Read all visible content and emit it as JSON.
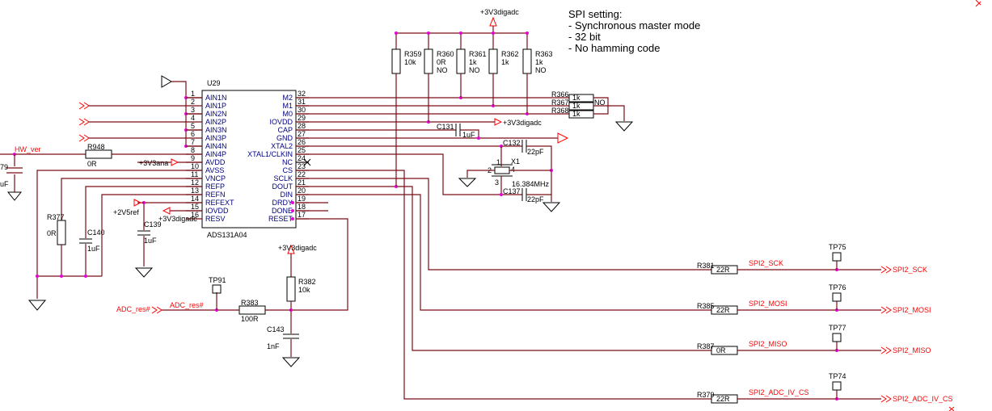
{
  "notes": {
    "title": "SPI setting:",
    "lines": [
      "- Synchronous master mode",
      "- 32 bit",
      "- No hamming code"
    ]
  },
  "power": {
    "v3digadc": "+3V3digadc",
    "v3ana": "+3V3ana",
    "v2v5ref": "+2V5ref"
  },
  "ic": {
    "ref": "U29",
    "part": "ADS131A04",
    "left_pins": [
      {
        "num": "1",
        "name": "AIN1N"
      },
      {
        "num": "2",
        "name": "AIN1P"
      },
      {
        "num": "3",
        "name": "AIN2N"
      },
      {
        "num": "4",
        "name": "AIN2P"
      },
      {
        "num": "5",
        "name": "AIN3N"
      },
      {
        "num": "6",
        "name": "AIN3P"
      },
      {
        "num": "7",
        "name": "AIN4N"
      },
      {
        "num": "8",
        "name": "AIN4P"
      },
      {
        "num": "9",
        "name": "AVDD"
      },
      {
        "num": "10",
        "name": "AVSS"
      },
      {
        "num": "11",
        "name": "VNCP"
      },
      {
        "num": "12",
        "name": "REFP"
      },
      {
        "num": "13",
        "name": "REFN"
      },
      {
        "num": "14",
        "name": "REFEXT"
      },
      {
        "num": "15",
        "name": "IOVDD"
      },
      {
        "num": "16",
        "name": "RESV"
      }
    ],
    "right_pins": [
      {
        "num": "32",
        "name": "M2"
      },
      {
        "num": "31",
        "name": "M1"
      },
      {
        "num": "30",
        "name": "M0"
      },
      {
        "num": "29",
        "name": "IOVDD"
      },
      {
        "num": "28",
        "name": "CAP"
      },
      {
        "num": "27",
        "name": "GND"
      },
      {
        "num": "26",
        "name": "XTAL2"
      },
      {
        "num": "25",
        "name": "XTAL1/CLKIN"
      },
      {
        "num": "24",
        "name": "NC"
      },
      {
        "num": "23",
        "name": "CS"
      },
      {
        "num": "22",
        "name": "SCLK"
      },
      {
        "num": "21",
        "name": "DOUT"
      },
      {
        "num": "20",
        "name": "DIN"
      },
      {
        "num": "19",
        "name": "DRDY"
      },
      {
        "num": "18",
        "name": "DONE"
      },
      {
        "num": "17",
        "name": "RESET"
      }
    ]
  },
  "pullups": [
    {
      "ref": "R359",
      "val": "10k",
      "nop": ""
    },
    {
      "ref": "R360",
      "val": "0R",
      "nop": "NO"
    },
    {
      "ref": "R361",
      "val": "1k",
      "nop": "NO"
    },
    {
      "ref": "R362",
      "val": "1k",
      "nop": ""
    },
    {
      "ref": "R363",
      "val": "1k",
      "nop": "NO"
    }
  ],
  "mode_res": [
    {
      "ref": "R366",
      "val": "1k"
    },
    {
      "ref": "R367",
      "val": "1k"
    },
    {
      "ref": "R368",
      "val": "1k"
    }
  ],
  "mode_nop": "NO",
  "caps": {
    "c131_ref": "C131",
    "c131_val": "1uF",
    "c132_ref": "C132",
    "c132_val": "22pF",
    "c137_ref": "C137",
    "c137_val": "22pF",
    "c140_ref": "C140",
    "c140_val": "1uF",
    "c139_ref": "C139",
    "c139_val": "1uF",
    "c143_ref": "C143",
    "c143_val": "1nF",
    "c79_ref": "79",
    "c79_val": "uF"
  },
  "crystal": {
    "ref": "X1",
    "freq": "16.384MHz",
    "p1": "1",
    "p2": "2",
    "p3": "3",
    "p4": "4"
  },
  "misc": {
    "hw_ver": "HW_ver",
    "r948_ref": "R948",
    "r948_val": "0R",
    "r377_ref": "R377",
    "r377_val": "0R",
    "r382_ref": "R382",
    "r382_val": "10k",
    "r383_ref": "R383",
    "r383_val": "100R",
    "tp91": "TP91",
    "adc_res_port": "ADC_res#",
    "adc_res_net": "ADC_res#"
  },
  "spi": [
    {
      "rref": "R381",
      "rval": "22R",
      "net": "SPI2_SCK",
      "tp": "TP75",
      "port": "SPI2_SCK"
    },
    {
      "rref": "R385",
      "rval": "22R",
      "net": "SPI2_MOSI",
      "tp": "TP76",
      "port": "SPI2_MOSI"
    },
    {
      "rref": "R387",
      "rval": "0R",
      "net": "SPI2_MISO",
      "tp": "TP77",
      "port": "SPI2_MISO"
    },
    {
      "rref": "R379",
      "rval": "22R",
      "net": "SPI2_ADC_IV_CS",
      "tp": "TP74",
      "port": "SPI2_ADC_IV_CS"
    }
  ]
}
